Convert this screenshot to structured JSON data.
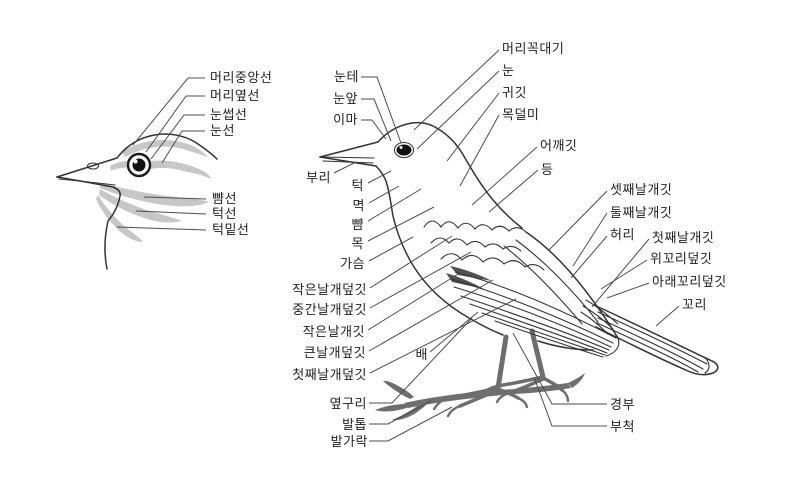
{
  "head_detail": {
    "labels": {
      "head_center_line": "머리중앙선",
      "head_side_line": "머리옆선",
      "eyebrow_line": "눈썹선",
      "eye_line": "눈선",
      "cheek_line": "뺨선",
      "jaw_line": "턱선",
      "chin_line": "턱밑선"
    }
  },
  "bird_body": {
    "labels": {
      "crown": "머리꼭대기",
      "eye": "눈",
      "ear_coverts": "귀깃",
      "nape": "목덜미",
      "scapulars": "어깨깃",
      "back": "등",
      "tertials": "셋째날개깃",
      "secondaries": "둘째날개깃",
      "rump": "허리",
      "primaries": "첫째날개깃",
      "uppertail_coverts": "위꼬리덮깃",
      "undertail_coverts": "아래꼬리덮깃",
      "tail": "꼬리",
      "eye_ring": "눈테",
      "lores": "눈앞",
      "forehead": "이마",
      "bill": "부리",
      "chin": "턱",
      "throat": "멱",
      "cheek": "뺨",
      "neck": "목",
      "breast": "가슴",
      "lesser_coverts": "작은날개덮깃",
      "median_coverts": "중간날개덮깃",
      "alula": "작은날개깃",
      "greater_coverts": "큰날개덮깃",
      "primary_coverts": "첫째날개덮깃",
      "belly": "배",
      "flank": "옆구리",
      "claw": "발톱",
      "toe": "발가락",
      "thigh": "경부",
      "tarsus": "부척"
    }
  },
  "colors": {
    "outline": "#333333",
    "leader_line": "#4d4d4d",
    "head_stripe_gray": "#c7c7c7",
    "leg_branch_gray": "#6e6e6e",
    "text": "#222222",
    "background": "#ffffff"
  }
}
